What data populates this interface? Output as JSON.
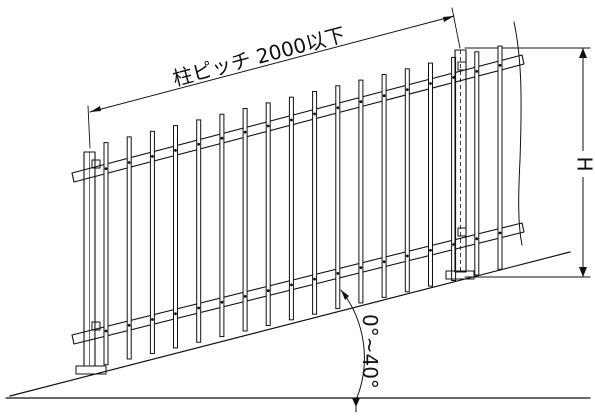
{
  "labels": {
    "pitch": "柱ピッチ 2000以下",
    "height": "H",
    "angle": "0°~40°"
  },
  "fence": {
    "picket_count": 18,
    "slope_range_deg": [
      0,
      40
    ]
  }
}
